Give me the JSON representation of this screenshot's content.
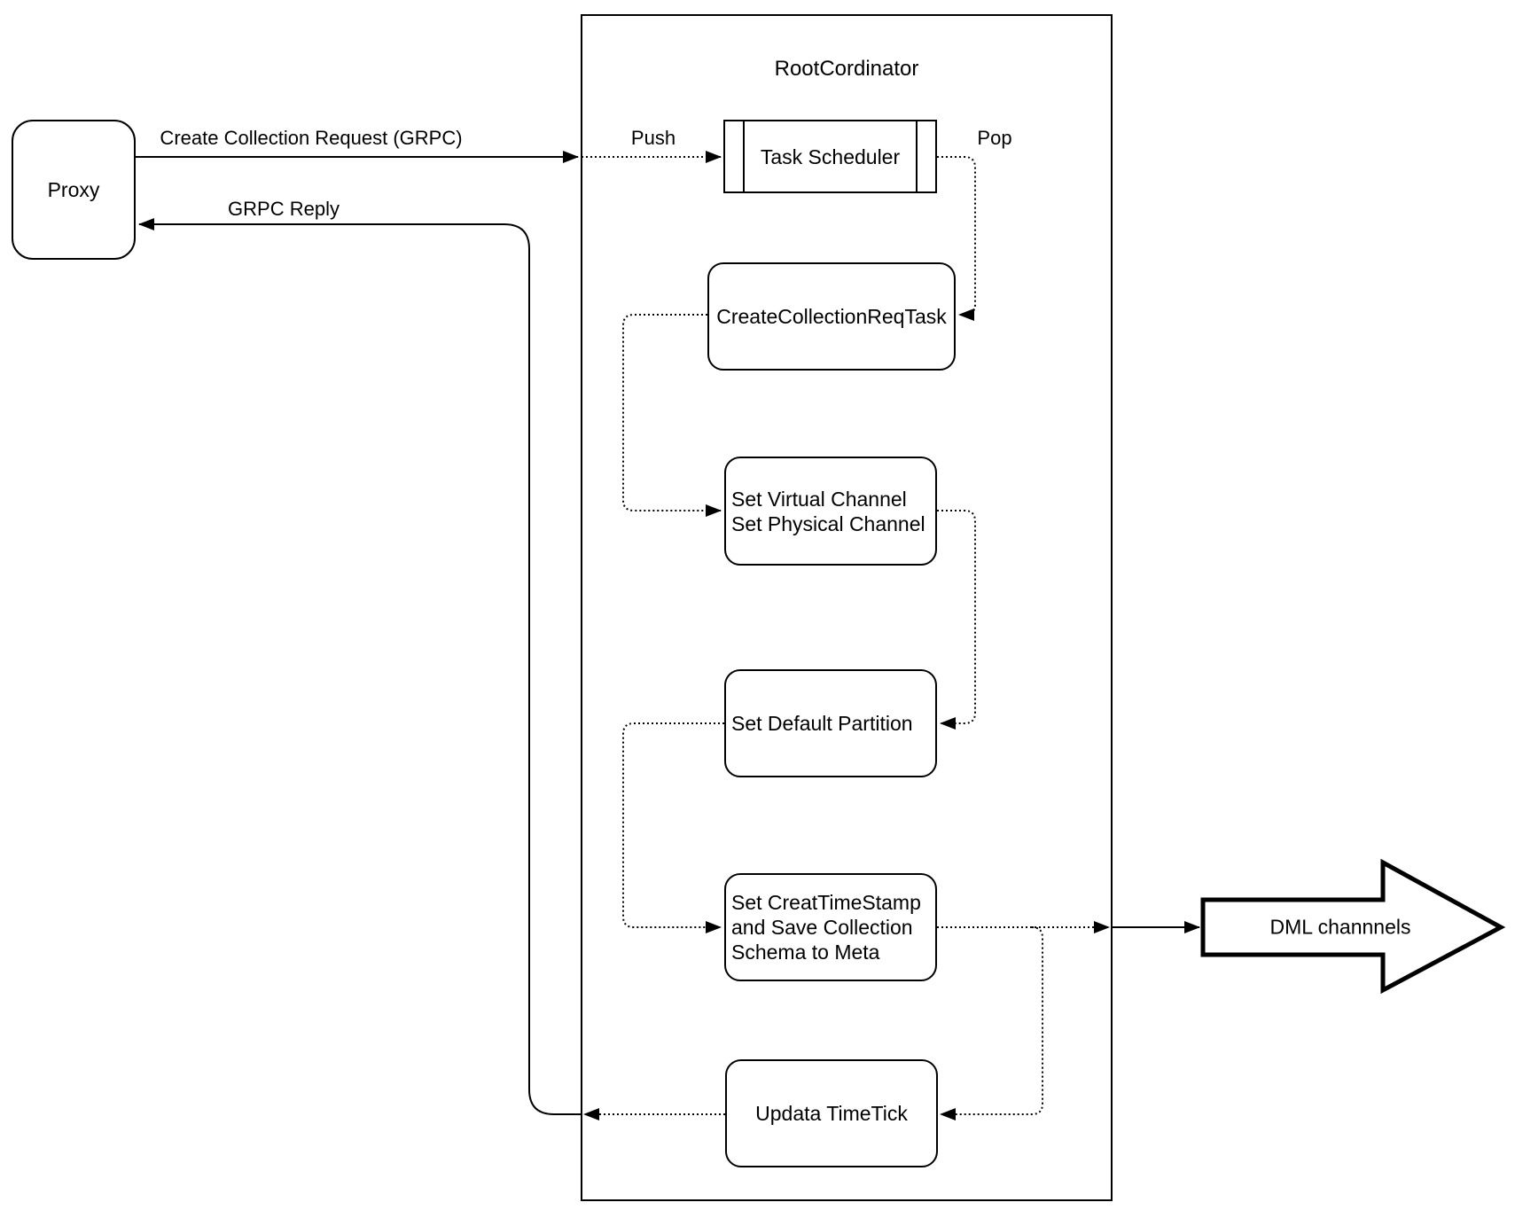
{
  "diagram": {
    "colors": {
      "stroke": "#000000",
      "background": "#ffffff"
    },
    "nodes": {
      "proxy": {
        "label": "Proxy"
      },
      "root_coordinator": {
        "label": "RootCordinator"
      },
      "task_scheduler": {
        "label": "Task Scheduler"
      },
      "create_collection_req_task": {
        "label": "CreateCollectionReqTask"
      },
      "set_channels": {
        "lines": [
          "Set Virtual Channel",
          "Set Physical Channel"
        ]
      },
      "set_default_partition": {
        "label": "Set Default Partition"
      },
      "set_create_timestamp": {
        "lines": [
          "Set CreatTimeStamp",
          "and Save Collection",
          "Schema to Meta"
        ]
      },
      "update_timetick": {
        "label": "Updata TimeTick"
      },
      "dml_channels": {
        "label": "DML channnels"
      }
    },
    "edge_labels": {
      "create_collection_request": "Create Collection Request (GRPC)",
      "grpc_reply": "GRPC Reply",
      "push": "Push",
      "pop": "Pop"
    }
  }
}
